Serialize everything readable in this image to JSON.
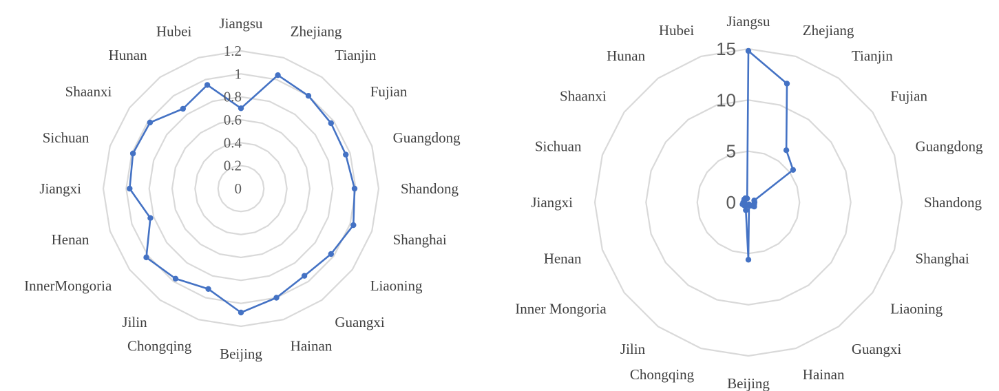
{
  "colors": {
    "series": "#4472c4",
    "grid": "#d9d9d9",
    "label": "#404040",
    "tick": "#595959"
  },
  "chart_data": [
    {
      "type": "radar",
      "title": "",
      "categories": [
        "Jiangsu",
        "Zhejiang",
        "Tianjin",
        "Fujian",
        "Guangdong",
        "Shandong",
        "Shanghai",
        "Liaoning",
        "Guangxi",
        "Hainan",
        "Beijing",
        "Chongqing",
        "Jilin",
        "InnerMongoria",
        "Henan",
        "Jiangxi",
        "Sichuan",
        "Shaanxi",
        "Hunan",
        "Hubei"
      ],
      "series": [
        {
          "values": [
            0.7,
            1.04,
            1.0,
            0.97,
            0.96,
            0.99,
            1.03,
            0.97,
            0.94,
            1.0,
            1.08,
            0.92,
            0.97,
            1.02,
            0.83,
            0.97,
            0.99,
            0.98,
            0.86,
            0.95
          ]
        }
      ],
      "ylim": [
        0,
        1.2
      ],
      "ticks": [
        "0",
        "0.2",
        "0.4",
        "0.6",
        "0.8",
        "1",
        "1.2"
      ],
      "grid": true,
      "legend": "none"
    },
    {
      "type": "radar",
      "title": "",
      "categories": [
        "Jiangsu",
        "Zhejiang",
        "Tianjin",
        "Fujian",
        "Guangdong",
        "Shandong",
        "Shanghai",
        "Liaoning",
        "Guangxi",
        "Hainan",
        "Beijing",
        "Chongqing",
        "Jilin",
        "Inner Mongoria",
        "Henan",
        "Jiangxi",
        "Sichuan",
        "Shaanxi",
        "Hunan",
        "Hubei"
      ],
      "series": [
        {
          "values": [
            14.8,
            12.2,
            6.3,
            5.4,
            0.6,
            0.6,
            0.6,
            0.7,
            0.4,
            0.2,
            5.6,
            0.8,
            0.4,
            0.5,
            0.6,
            0.5,
            0.4,
            0.5,
            0.5,
            0.4
          ]
        }
      ],
      "ylim": [
        0,
        15
      ],
      "ticks": [
        "0",
        "5",
        "10",
        "15"
      ],
      "grid": true,
      "legend": "none"
    }
  ]
}
